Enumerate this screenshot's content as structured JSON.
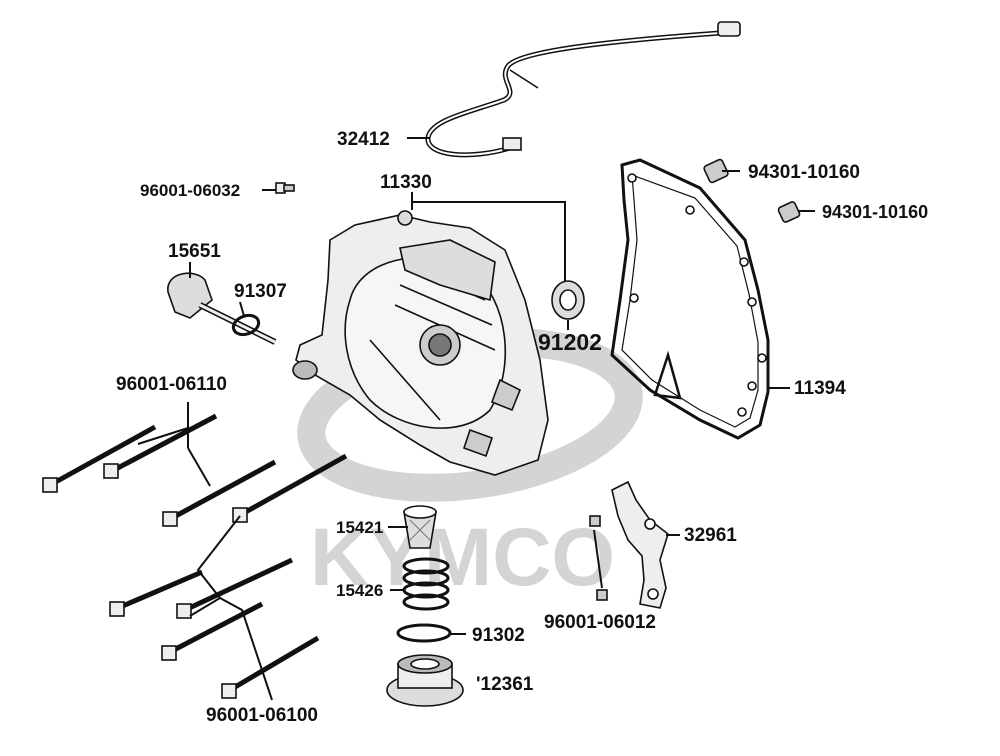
{
  "watermark": {
    "brand": "KYMCO",
    "color": "#d4d4d4"
  },
  "colors": {
    "ink": "#111111",
    "part_fill": "#eeeeee",
    "part_shade": "#a8a8a8",
    "background": "#ffffff"
  },
  "labels": {
    "p32412": "32412",
    "p96001_06032": "96001-06032",
    "p11330": "11330",
    "p94301_a": "94301-10160",
    "p94301_b": "94301-10160",
    "p15651": "15651",
    "p91307": "91307",
    "p91202": "91202",
    "p11394": "11394",
    "p96001_06110": "96001-06110",
    "p15421": "15421",
    "p32961": "32961",
    "p15426": "15426",
    "p96001_06012": "96001-06012",
    "p91302": "91302",
    "p12361": "'12361",
    "p96001_06100": "96001-06100"
  }
}
